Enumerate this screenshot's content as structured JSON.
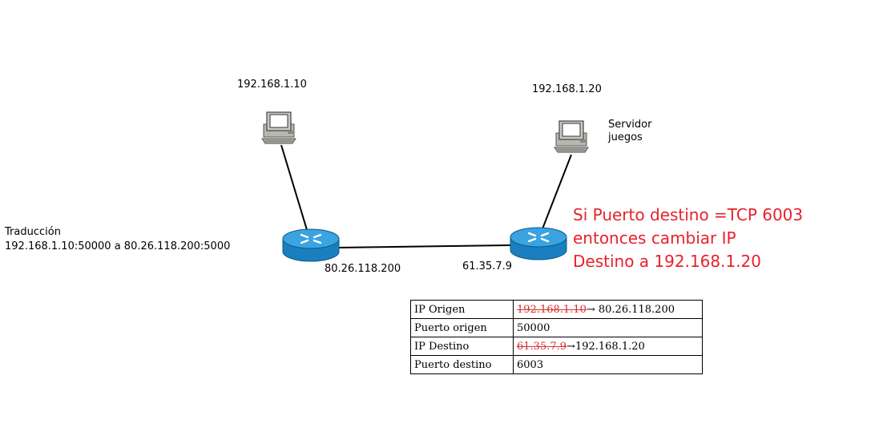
{
  "labels": {
    "host_left_ip": "192.168.1.10",
    "host_right_ip": "192.168.1.20",
    "server_name_line1": "Servidor",
    "server_name_line2": "juegos",
    "translation_title": "Traducción",
    "translation_rule": "192.168.1.10:50000 a 80.26.118.200:5000",
    "router_left_ip": "80.26.118.200",
    "router_right_ip": "61.35.7.9"
  },
  "note": {
    "line1": "Si Puerto destino =TCP 6003",
    "line2": "entonces cambiar IP",
    "line3": "Destino a 192.168.1.20",
    "color": "#e8212b"
  },
  "table": {
    "rows": [
      {
        "field": "IP Origen",
        "old": "192.168.1.10",
        "arrow": "→",
        "new": " 80.26.118.200"
      },
      {
        "field": "Puerto origen",
        "value": "50000"
      },
      {
        "field": "IP Destino",
        "old": "61.35.7.9",
        "arrow": "→",
        "new": "192.168.1.20"
      },
      {
        "field": "Puerto destino",
        "value": "6003"
      }
    ]
  },
  "icons": {
    "computer": "desktop-computer-icon",
    "router": "router-icon",
    "router_color": "#1f8fcf"
  }
}
